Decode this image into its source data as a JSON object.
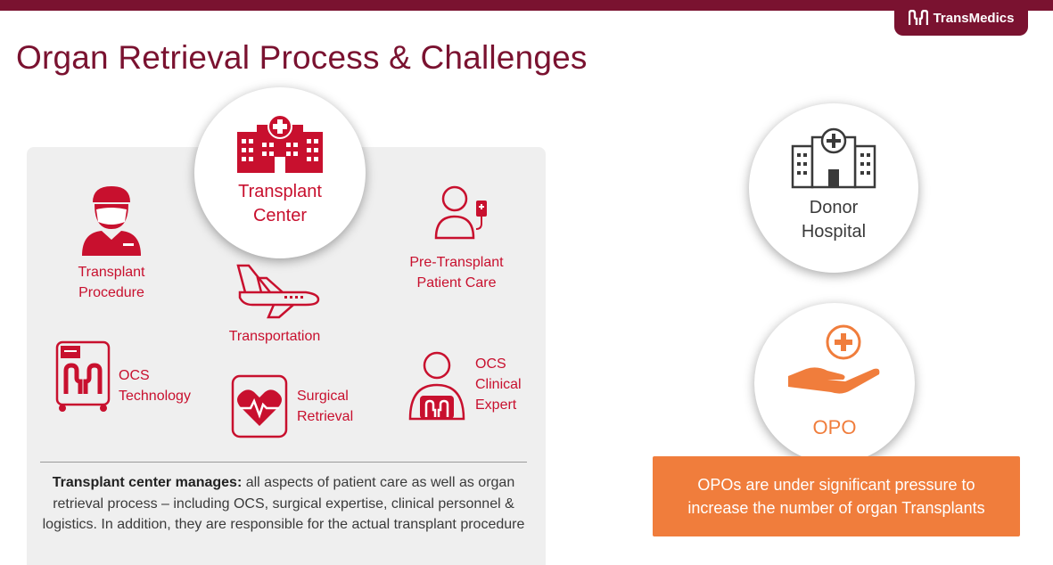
{
  "header": {
    "logo_text": "TransMedics",
    "title": "Organ Retrieval Process & Challenges"
  },
  "transplant_center": {
    "label_line1": "Transplant",
    "label_line2": "Center",
    "icon": "hospital-icon"
  },
  "items": {
    "transplant_procedure": {
      "line1": "Transplant",
      "line2": "Procedure",
      "icon": "surgeon-icon"
    },
    "pre_transplant": {
      "line1": "Pre-Transplant",
      "line2": "Patient Care",
      "icon": "patient-iv-icon"
    },
    "transportation": {
      "line1": "Transportation",
      "icon": "airplane-icon"
    },
    "ocs_technology": {
      "line1": "OCS",
      "line2": "Technology",
      "icon": "ocs-device-icon"
    },
    "surgical_retrieval": {
      "line1": "Surgical",
      "line2": "Retrieval",
      "icon": "heart-monitor-icon"
    },
    "ocs_clinical_expert": {
      "line1": "OCS",
      "line2": "Clinical",
      "line3": "Expert",
      "icon": "clinical-expert-icon"
    }
  },
  "description": {
    "bold": "Transplant center manages:",
    "text": " all aspects of patient care as well as organ retrieval process – including OCS, surgical expertise, clinical personnel & logistics. In addition, they are responsible for the actual transplant procedure"
  },
  "donor_hospital": {
    "line1": "Donor",
    "line2": "Hospital",
    "icon": "hospital-outline-icon"
  },
  "opo": {
    "label": "OPO",
    "icon": "hand-plus-icon",
    "callout": "OPOs are under significant pressure to increase the number of organ Transplants"
  },
  "colors": {
    "brand": "#7a1230",
    "accent_red": "#c8102e",
    "orange": "#f07d3c",
    "panel": "#efefef"
  }
}
